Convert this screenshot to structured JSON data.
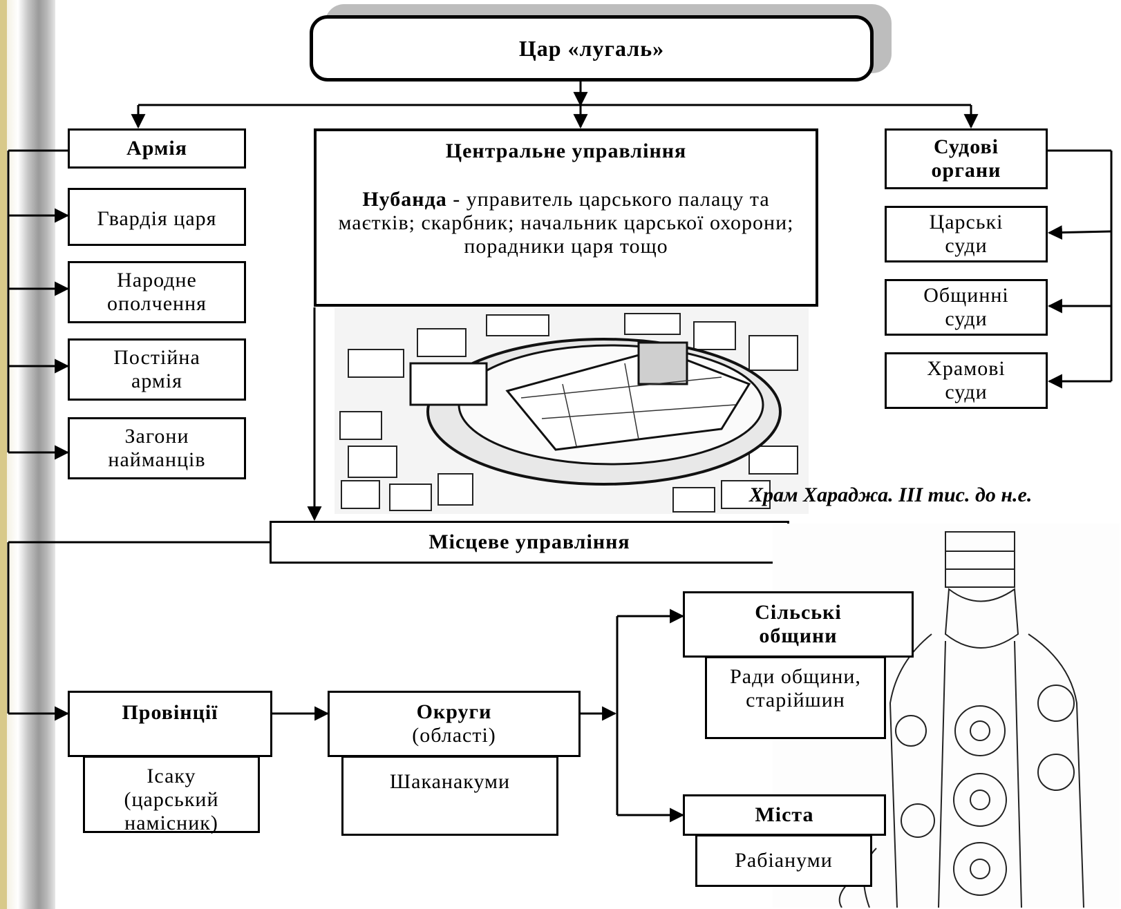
{
  "king": "Цар «лугаль»",
  "army": {
    "title": "Армія",
    "items": [
      "Гвардія царя",
      "Народне ополчення",
      "Постійна армія",
      "Загони найманців"
    ]
  },
  "central": {
    "title": "Центральне управління",
    "bold_term": "Нубанда",
    "description": " - управитель царського палацу та маєтків; скарбник; начальник царської охорони; порадники царя тощо"
  },
  "courts": {
    "title": "Судові органи",
    "items": [
      "Царські суди",
      "Общинні суди",
      "Храмові суди"
    ]
  },
  "image_caption": "Храм Хараджа. ІІІ тис. до н.е.",
  "local": {
    "title": "Місцеве управління",
    "provinces": {
      "title": "Провінції",
      "official": "Ісаку (царський намісник)"
    },
    "districts": {
      "title": "Округи",
      "subtitle": "(області)",
      "official": "Шаканакуми"
    },
    "villages": {
      "title": "Сільські общини",
      "official": "Ради общини, старійшин"
    },
    "cities": {
      "title": "Міста",
      "official": "Рабіануми"
    }
  }
}
